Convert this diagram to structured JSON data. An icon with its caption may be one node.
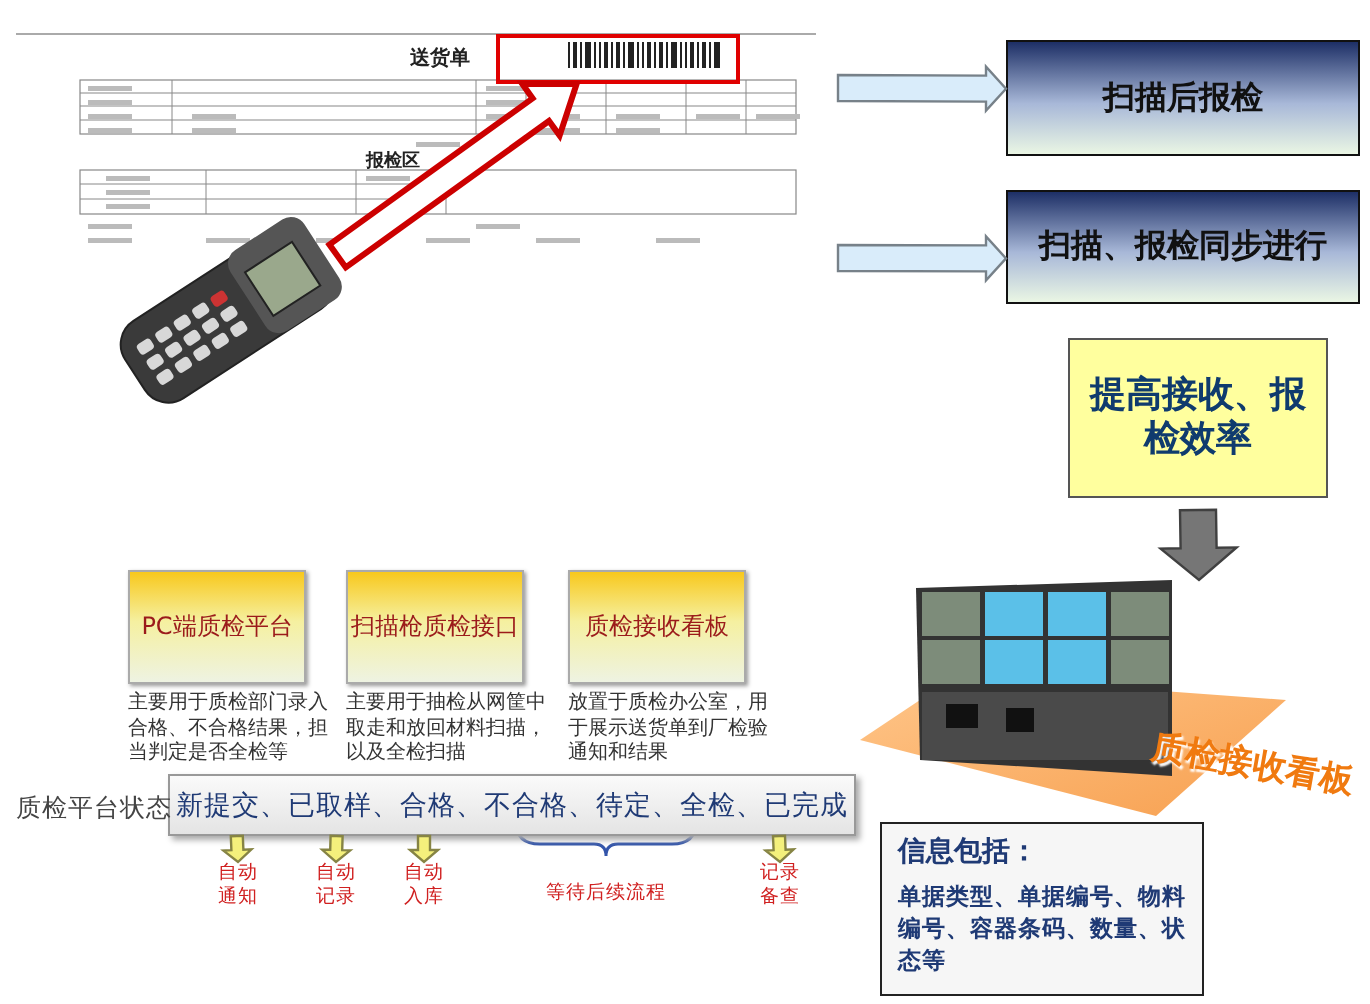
{
  "diagram": {
    "nodes": [
      {
        "text": [],
        "shape": "picture"
      },
      {
        "text": [],
        "shape": "box",
        "in": 0
      },
      {
        "text": [],
        "shape": "picture"
      },
      {
        "text": [
          "扫描后报检"
        ]
      },
      {
        "text": [
          "扫描、报检同步进行"
        ]
      },
      {
        "text": [
          "提高接收、报检效率"
        ]
      },
      {
        "text": [],
        "shape": "picture",
        "beside": [
          "质检接收看板"
        ]
      },
      {
        "text": [
          "PC端质检平台"
        ],
        "beside": [
          "主要用于质检部门录入合格、不合格结果，担当判定是否全检等"
        ]
      },
      {
        "text": [
          "扫描枪质检接口"
        ],
        "beside": [
          "主要用于抽检从网筐中取走和放回材料扫描，以及全检扫描"
        ]
      },
      {
        "text": [
          "质检接收看板"
        ],
        "beside": [
          "放置于质检办公室，用于展示送货单到厂检验通知和结果"
        ]
      },
      {
        "text": [
          "新提交、已取样、合格、不合格、待定、全检、已完成"
        ]
      },
      {
        "text": [
          "自动通知"
        ]
      },
      {
        "text": [
          "自动记录"
        ]
      },
      {
        "text": [
          "自动入库"
        ]
      },
      {
        "text": [
          "记录备查"
        ]
      },
      {
        "text": [
          "信息包括：",
          "单据类型、单据编号、物料编号、容器条码、数量、状态等"
        ]
      }
    ],
    "edges": [
      {
        "from": 2,
        "to": 1,
        "arrow": "to",
        "color": "#cc0000"
      },
      {
        "from": null,
        "to": 3,
        "arrow": "to",
        "color": "#d9ecfa"
      },
      {
        "from": null,
        "to": 4,
        "arrow": "to",
        "color": "#d9ecfa"
      },
      {
        "from": 5,
        "to": 6,
        "arrow": "to",
        "color": "#767676"
      },
      {
        "from": 10,
        "to": 11,
        "arrow": "to"
      },
      {
        "from": 10,
        "to": 12,
        "arrow": "to"
      },
      {
        "from": 10,
        "to": 13,
        "arrow": "to"
      },
      {
        "from": 10,
        "to": 14,
        "arrow": "to"
      }
    ],
    "labels": [
      "送货单",
      "报检区",
      "质检平台状态",
      "等待后续流程"
    ]
  }
}
